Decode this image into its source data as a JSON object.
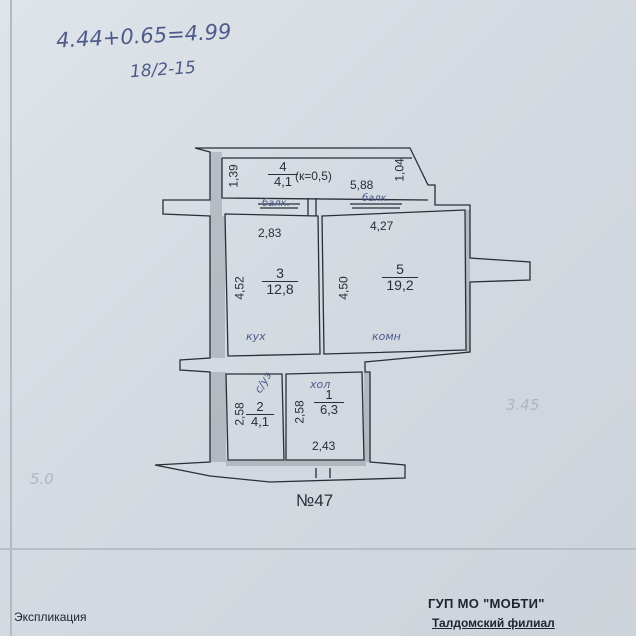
{
  "notes": {
    "calculation": "4.44+0.65=4.99",
    "date": "18/2-15",
    "faint_left": "5.0",
    "faint_right": "3.45"
  },
  "plan": {
    "apartment": "№47",
    "rooms": [
      {
        "number": "4",
        "area": "4,1",
        "note": "(к=0,5)"
      },
      {
        "number": "3",
        "area": "12,8"
      },
      {
        "number": "5",
        "area": "19,2"
      },
      {
        "number": "2",
        "area": "4,1"
      },
      {
        "number": "1",
        "area": "6,3"
      }
    ],
    "dimensions": {
      "d_139": "1,39",
      "d_104": "1,04",
      "d_588": "5,88",
      "d_283": "2,83",
      "d_427": "4,27",
      "d_452": "4,52",
      "d_450": "4,50",
      "d_258a": "2,58",
      "d_258b": "2,58",
      "d_243": "2,43"
    },
    "annotations": {
      "loggia_left": "балк.",
      "loggia_right": "балк.",
      "kitchen": "кух",
      "room": "комн",
      "bathroom": "с/уз",
      "hallway": "хол"
    }
  },
  "footer": {
    "left": "Экспликация",
    "organization": "ГУП МО \"МОБТИ\"",
    "branch": "Талдомский филиал"
  }
}
